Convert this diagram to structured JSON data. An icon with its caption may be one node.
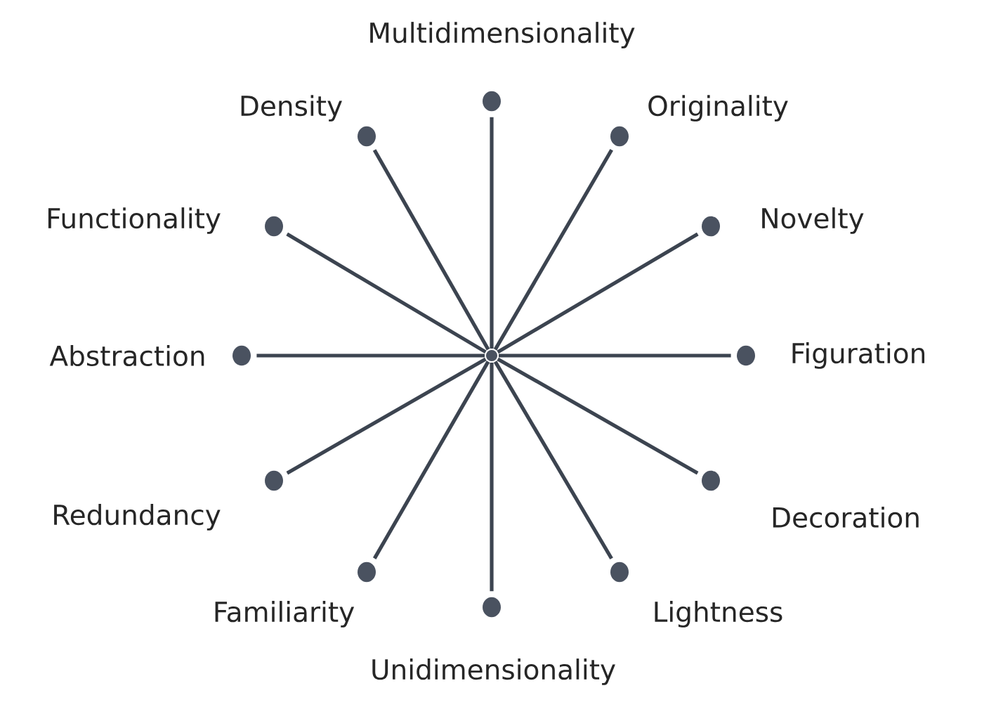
{
  "diagram": {
    "nodes": [
      {
        "text": [],
        "shape": "circle"
      },
      {
        "text": [],
        "shape": "circle",
        "beside": [
          "Multidimensionality"
        ]
      },
      {
        "text": [],
        "shape": "circle",
        "beside": [
          "Originality"
        ]
      },
      {
        "text": [],
        "shape": "circle",
        "beside": [
          "Novelty"
        ]
      },
      {
        "text": [],
        "shape": "circle",
        "beside": [
          "Figuration"
        ]
      },
      {
        "text": [],
        "shape": "circle",
        "beside": [
          "Decoration"
        ]
      },
      {
        "text": [],
        "shape": "circle",
        "beside": [
          "Lightness"
        ]
      },
      {
        "text": [],
        "shape": "circle",
        "beside": [
          "Unidimensionality"
        ]
      },
      {
        "text": [],
        "shape": "circle",
        "beside": [
          "Familiarity"
        ]
      },
      {
        "text": [],
        "shape": "circle",
        "beside": [
          "Redundancy"
        ]
      },
      {
        "text": [],
        "shape": "circle",
        "beside": [
          "Abstraction"
        ]
      },
      {
        "text": [],
        "shape": "circle",
        "beside": [
          "Functionality"
        ]
      },
      {
        "text": [],
        "shape": "circle",
        "beside": [
          "Density"
        ]
      }
    ],
    "edges": [
      {
        "from": 0,
        "to": 1,
        "arrow": "none"
      },
      {
        "from": 0,
        "to": 2,
        "arrow": "none"
      },
      {
        "from": 0,
        "to": 3,
        "arrow": "none"
      },
      {
        "from": 0,
        "to": 4,
        "arrow": "none"
      },
      {
        "from": 0,
        "to": 5,
        "arrow": "none"
      },
      {
        "from": 0,
        "to": 6,
        "arrow": "none"
      },
      {
        "from": 0,
        "to": 7,
        "arrow": "none"
      },
      {
        "from": 0,
        "to": 8,
        "arrow": "none"
      },
      {
        "from": 0,
        "to": 9,
        "arrow": "none"
      },
      {
        "from": 0,
        "to": 10,
        "arrow": "none"
      },
      {
        "from": 0,
        "to": 11,
        "arrow": "none"
      },
      {
        "from": 0,
        "to": 12,
        "arrow": "none"
      }
    ]
  }
}
